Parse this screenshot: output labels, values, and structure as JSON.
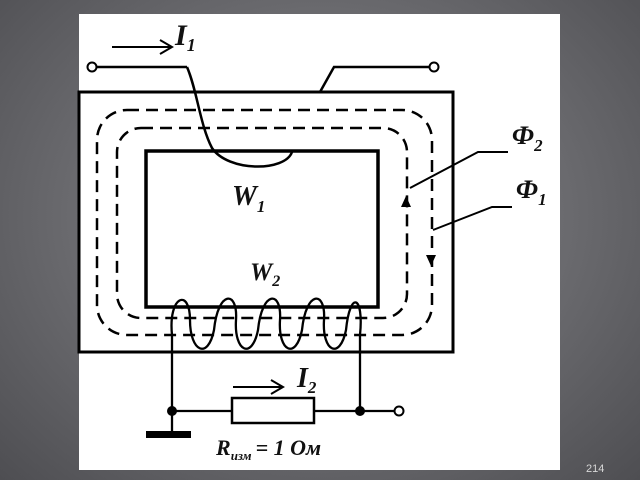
{
  "labels": {
    "current1": {
      "symbol": "I",
      "sub": "1"
    },
    "flux2": {
      "symbol": "Ф",
      "sub": "2"
    },
    "flux1": {
      "symbol": "Ф",
      "sub": "1"
    },
    "winding1": {
      "symbol": "W",
      "sub": "1"
    },
    "winding2": {
      "symbol": "W",
      "sub": "2"
    },
    "current2": {
      "symbol": "I",
      "sub": "2"
    },
    "resistor": {
      "symbol": "R",
      "sub": "изм",
      "value": "= 1  Ом"
    }
  },
  "page_number": "214"
}
